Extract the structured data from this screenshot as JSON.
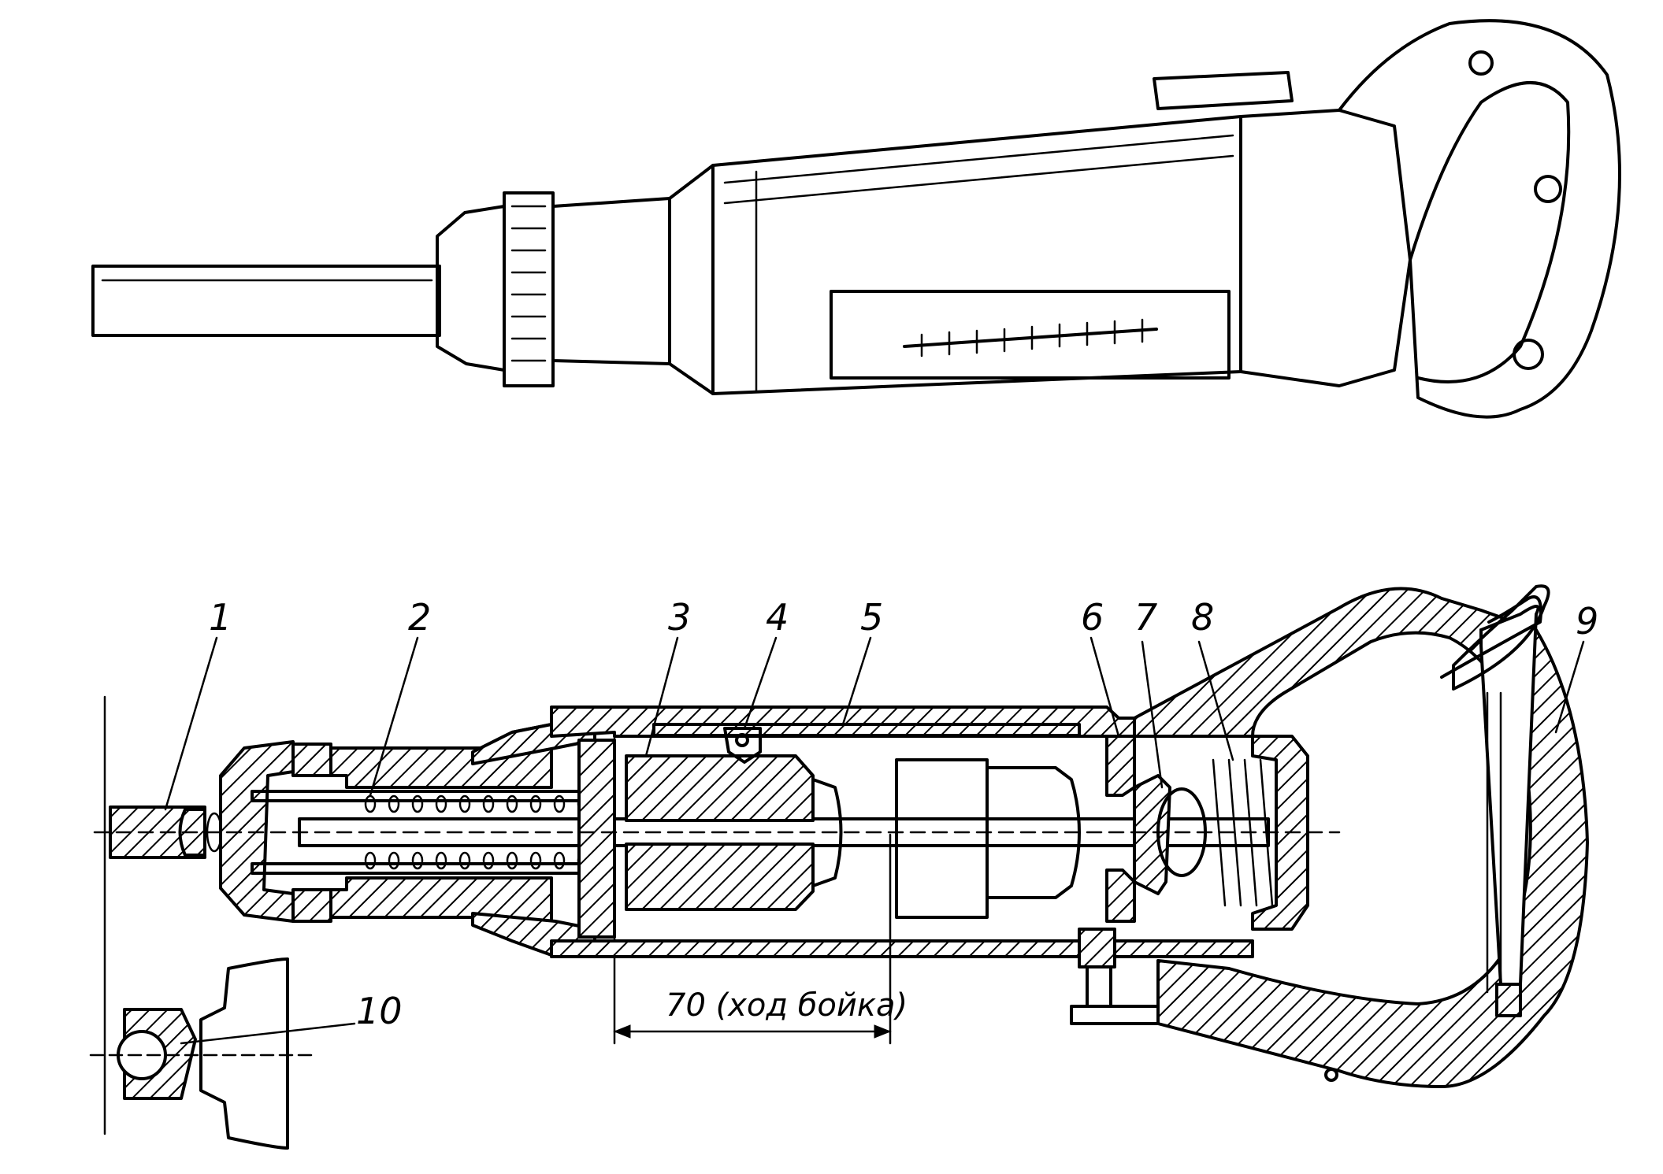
{
  "callouts": [
    {
      "id": "1",
      "text": "1"
    },
    {
      "id": "2",
      "text": "2"
    },
    {
      "id": "3",
      "text": "3"
    },
    {
      "id": "4",
      "text": "4"
    },
    {
      "id": "5",
      "text": "5"
    },
    {
      "id": "6",
      "text": "6"
    },
    {
      "id": "7",
      "text": "7"
    },
    {
      "id": "8",
      "text": "8"
    },
    {
      "id": "9",
      "text": "9"
    },
    {
      "id": "10",
      "text": "10"
    }
  ],
  "dimension": {
    "text": "70 (ход бойка)"
  }
}
